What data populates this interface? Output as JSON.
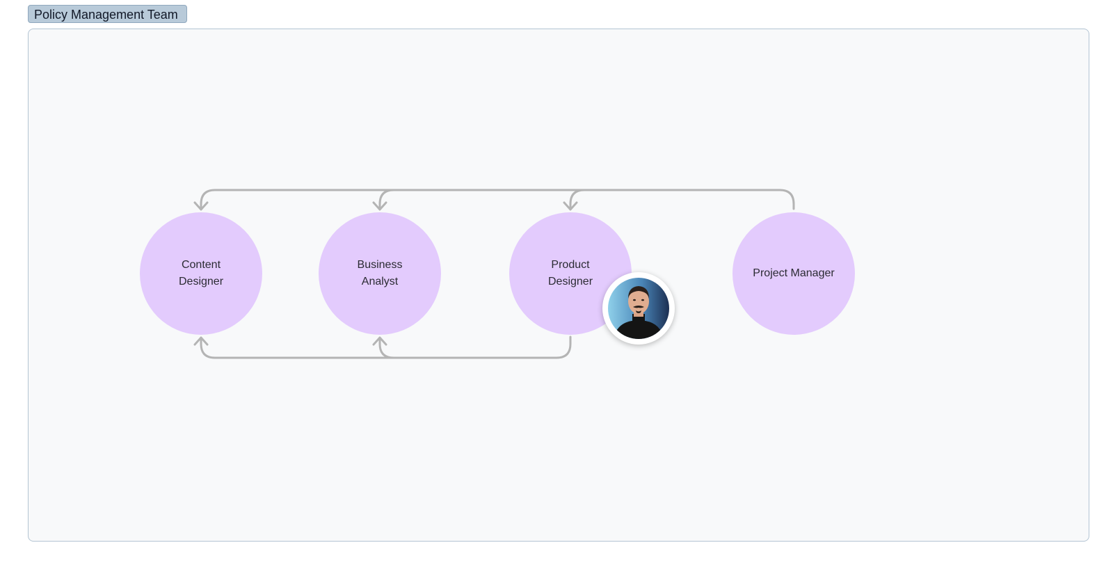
{
  "team": {
    "title": "Policy Management Team"
  },
  "nodes": [
    {
      "id": "content-designer",
      "label": "Content Designer"
    },
    {
      "id": "business-analyst",
      "label": "Business Analyst"
    },
    {
      "id": "product-designer",
      "label": "Product Designer"
    },
    {
      "id": "project-manager",
      "label": "Project Manager"
    }
  ],
  "edges": [
    {
      "from": "project-manager",
      "to": "content-designer"
    },
    {
      "from": "project-manager",
      "to": "business-analyst"
    },
    {
      "from": "project-manager",
      "to": "product-designer"
    },
    {
      "from": "product-designer",
      "to": "content-designer"
    },
    {
      "from": "product-designer",
      "to": "business-analyst"
    }
  ],
  "avatar": {
    "attached_to": "product-designer",
    "icon": "user-avatar-icon"
  },
  "colors": {
    "node_fill": "#e3cbfd",
    "connector": "#b4b4b4",
    "frame_fill": "#f8f9fa",
    "frame_border": "#b3c4d3",
    "label_fill": "#b8cad9"
  }
}
